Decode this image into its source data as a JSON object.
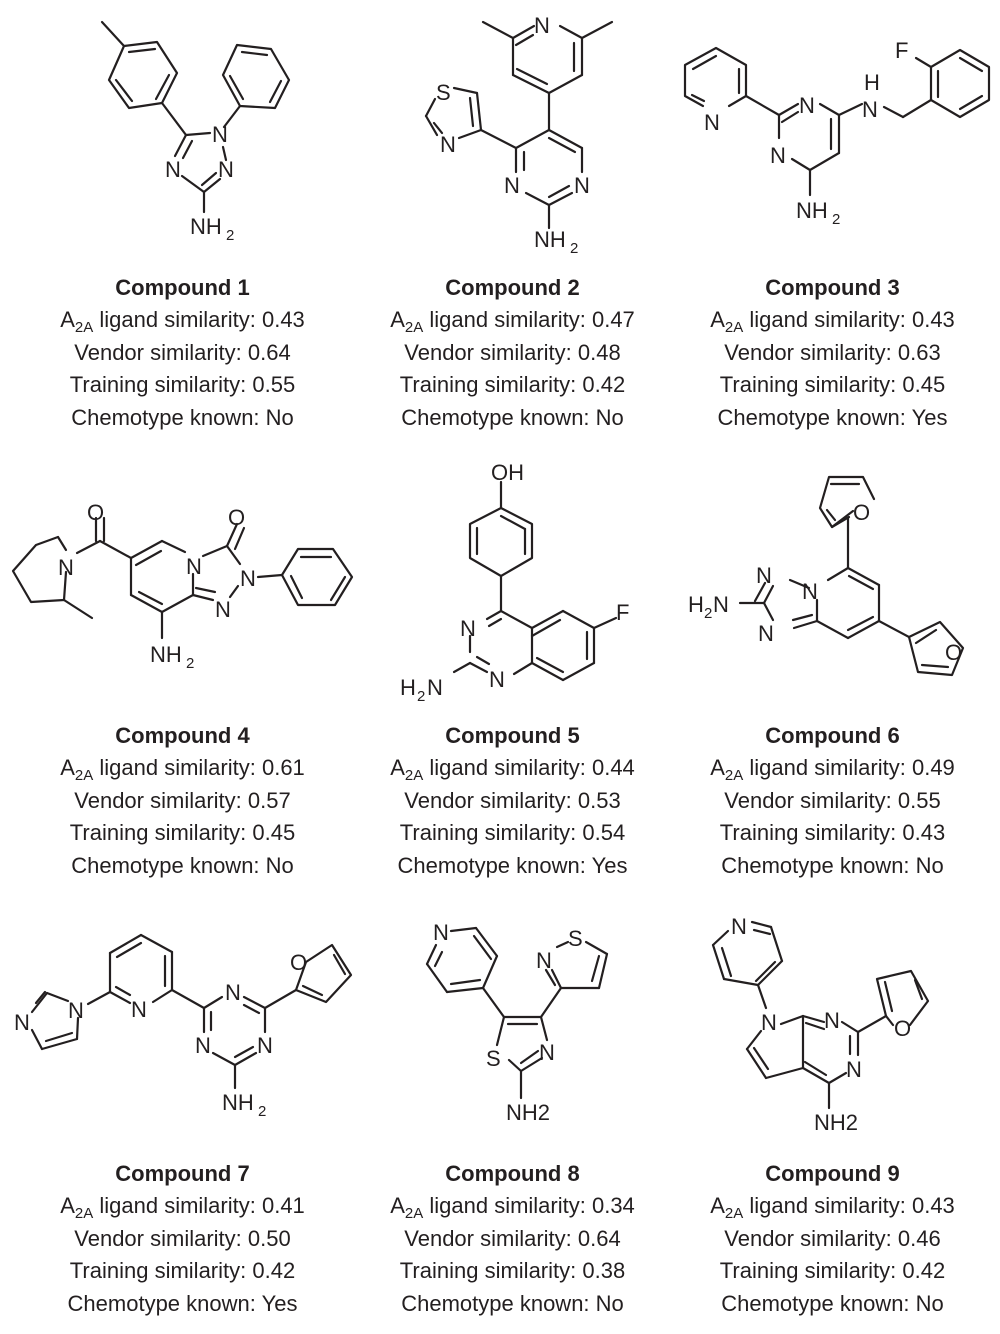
{
  "figure": {
    "labels": {
      "a2a_prefix": "A",
      "a2a_sub": "2A",
      "a2a_suffix": " ligand similarity: ",
      "vendor": "Vendor similarity: ",
      "training": "Training similarity: ",
      "chemotype": "Chemotype known: "
    },
    "compounds": [
      {
        "title": "Compound 1",
        "a2a": "0.43",
        "vendor": "0.64",
        "training": "0.55",
        "chemotype": "No",
        "atoms": [
          "N",
          "N",
          "N",
          "NH",
          "2"
        ]
      },
      {
        "title": "Compound 2",
        "a2a": "0.47",
        "vendor": "0.48",
        "training": "0.42",
        "chemotype": "No",
        "atoms": [
          "N",
          "S",
          "N",
          "N",
          "N",
          "NH",
          "2"
        ]
      },
      {
        "title": "Compound 3",
        "a2a": "0.43",
        "vendor": "0.63",
        "training": "0.45",
        "chemotype": "Yes",
        "atoms": [
          "N",
          "N",
          "N",
          "H",
          "N",
          "F",
          "NH",
          "2"
        ]
      },
      {
        "title": "Compound 4",
        "a2a": "0.61",
        "vendor": "0.57",
        "training": "0.45",
        "chemotype": "No",
        "atoms": [
          "O",
          "N",
          "O",
          "N",
          "N",
          "N",
          "NH",
          "2"
        ]
      },
      {
        "title": "Compound 5",
        "a2a": "0.44",
        "vendor": "0.53",
        "training": "0.54",
        "chemotype": "Yes",
        "atoms": [
          "OH",
          "F",
          "N",
          "N",
          "H",
          "2",
          "N"
        ]
      },
      {
        "title": "Compound 6",
        "a2a": "0.49",
        "vendor": "0.55",
        "training": "0.43",
        "chemotype": "No",
        "atoms": [
          "O",
          "N",
          "N",
          "N",
          "H",
          "2",
          "N",
          "O"
        ]
      },
      {
        "title": "Compound 7",
        "a2a": "0.41",
        "vendor": "0.50",
        "training": "0.42",
        "chemotype": "Yes",
        "atoms": [
          "N",
          "N",
          "N",
          "N",
          "N",
          "N",
          "O",
          "NH",
          "2"
        ]
      },
      {
        "title": "Compound 8",
        "a2a": "0.34",
        "vendor": "0.64",
        "training": "0.38",
        "chemotype": "No",
        "atoms": [
          "N",
          "N",
          "S",
          "S",
          "N",
          "NH2"
        ]
      },
      {
        "title": "Compound 9",
        "a2a": "0.43",
        "vendor": "0.46",
        "training": "0.42",
        "chemotype": "No",
        "atoms": [
          "N",
          "N",
          "N",
          "N",
          "O",
          "NH2"
        ]
      }
    ]
  }
}
